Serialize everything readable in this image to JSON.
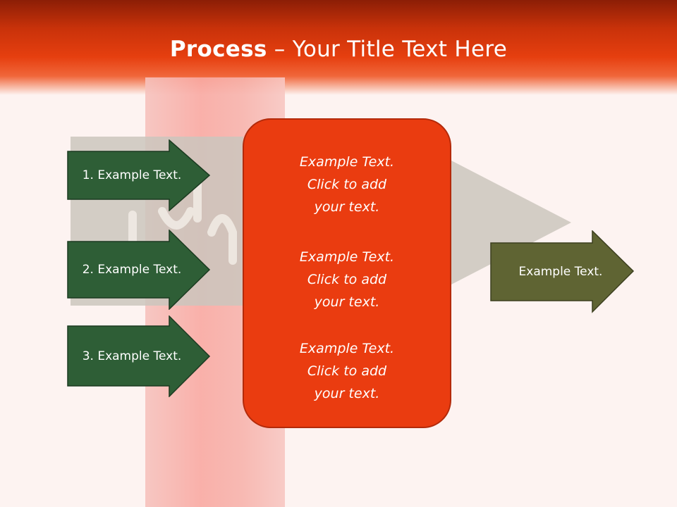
{
  "slide": {
    "title_bold": "Process",
    "title_rest": " – Your Title Text Here"
  },
  "left_arrows": [
    {
      "label": "1. Example Text."
    },
    {
      "label": "2. Example Text."
    },
    {
      "label": "3. Example Text."
    }
  ],
  "center_box": {
    "blocks": [
      {
        "line1": "Example Text.",
        "line2": "Click  to add",
        "line3": "your text."
      },
      {
        "line1": "Example Text.",
        "line2": "Click  to add",
        "line3": "your text."
      },
      {
        "line1": "Example Text.",
        "line2": "Click  to add",
        "line3": "your text."
      }
    ]
  },
  "right_arrow": {
    "label": "Example Text."
  },
  "colors": {
    "header": "#e63f0f",
    "center_box": "#ea3c10",
    "left_arrow_fill": "#2e5e36",
    "right_arrow_fill": "#5f6433",
    "background": "#fdf3f1"
  }
}
